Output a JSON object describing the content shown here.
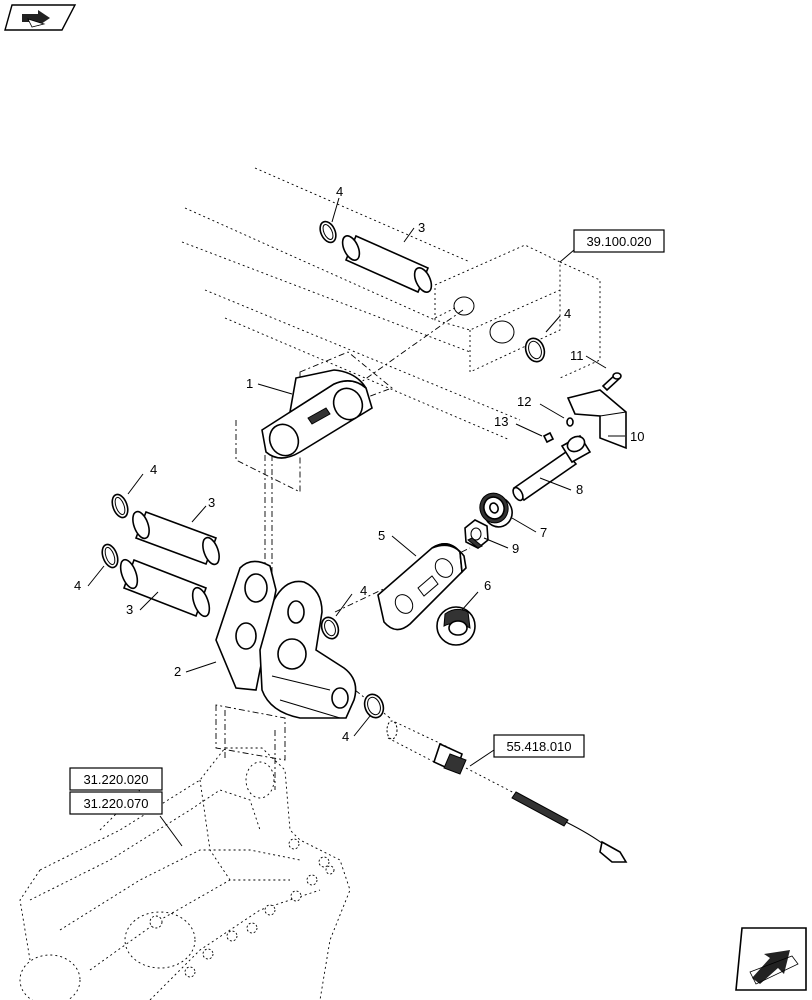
{
  "nav": {
    "top_left_icon": "previous-page-arrow-icon",
    "bottom_right_icon": "next-page-arrow-icon"
  },
  "references": {
    "ref_top": "39.100.020",
    "ref_cable": "55.418.010",
    "ref_axle_1": "31.220.020",
    "ref_axle_2": "31.220.070"
  },
  "callouts": {
    "c1": "1",
    "c2": "2",
    "c3_top": "3",
    "c3_mid": "3",
    "c3_low": "3",
    "c4_top": "4",
    "c4_right_top": "4",
    "c4_left_a": "4",
    "c4_left_b": "4",
    "c4_mid": "4",
    "c4_bottom": "4",
    "c5": "5",
    "c6": "6",
    "c7": "7",
    "c8": "8",
    "c9": "9",
    "c10": "10",
    "c11": "11",
    "c12": "12",
    "c13": "13"
  }
}
